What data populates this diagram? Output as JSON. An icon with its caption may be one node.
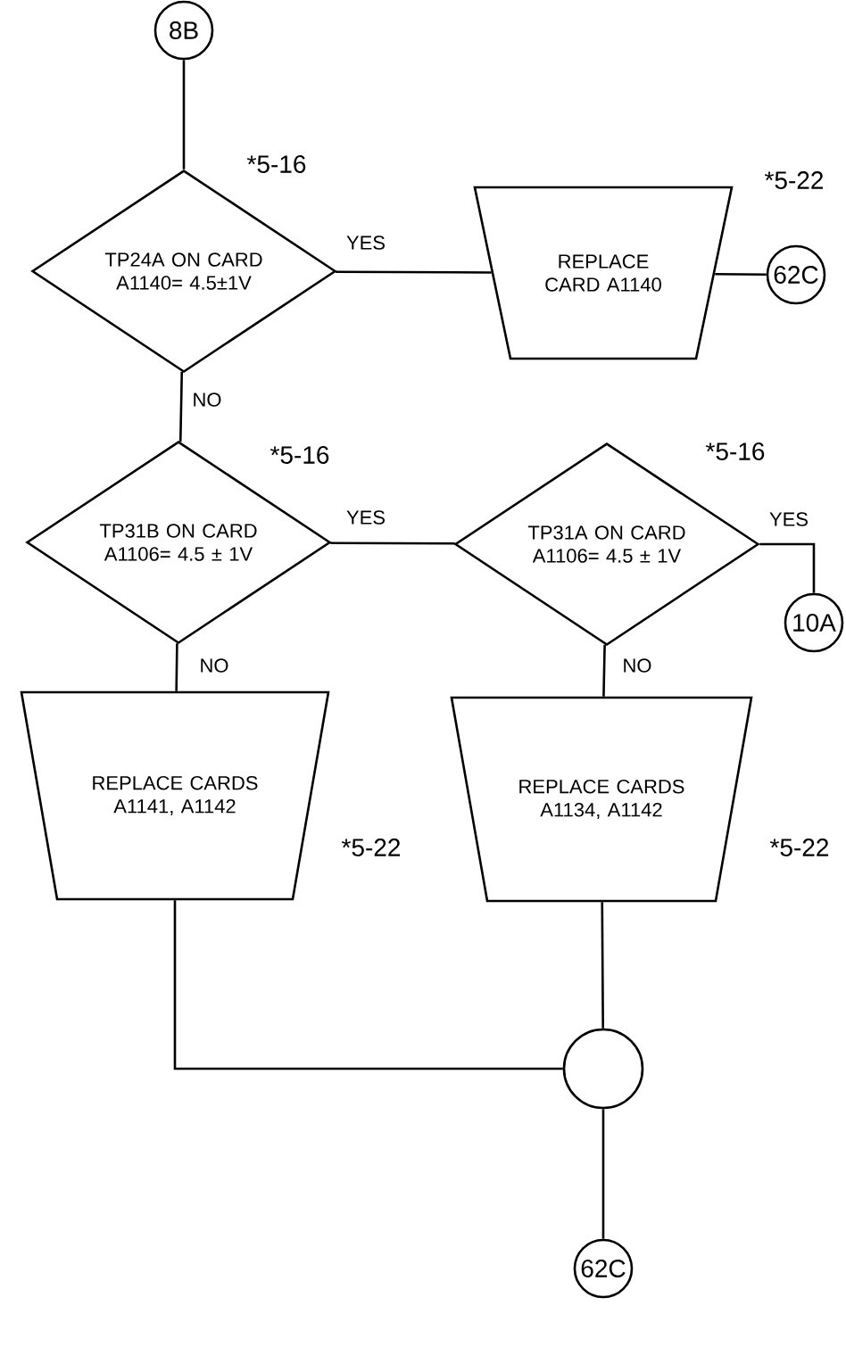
{
  "diagram": {
    "nodes": [
      {
        "text": [
          "8B"
        ]
      },
      {
        "text": [
          "TP24A ON CARD A1140= 4.5±1V"
        ],
        "beside": [
          "*5-16"
        ]
      },
      {
        "text": [
          "REPLACE CARD A1140"
        ],
        "beside": [
          "*5-22"
        ]
      },
      {
        "text": [
          "62C"
        ]
      },
      {
        "text": [
          "TP31B ON CARD A1106= 4.5 ± 1V"
        ],
        "beside": [
          "*5-16"
        ]
      },
      {
        "text": [
          "TP31A ON CARD A1106= 4.5 ± 1V"
        ],
        "beside": [
          "*5-16"
        ]
      },
      {
        "text": [
          "10A"
        ]
      },
      {
        "text": [
          "REPLACE CARDS A1141, A1142"
        ],
        "beside": [
          "*5-22"
        ]
      },
      {
        "text": [
          "REPLACE CARDS A1134, A1142"
        ],
        "beside": [
          "*5-22"
        ]
      },
      {
        "text": [],
        "shape": "circle"
      },
      {
        "text": [
          "62C"
        ]
      }
    ],
    "edges": [
      {
        "from": 0,
        "to": 1,
        "arrow": "none"
      },
      {
        "from": 1,
        "to": 2,
        "arrow": "none",
        "label": "YES"
      },
      {
        "from": 2,
        "to": 3,
        "arrow": "none"
      },
      {
        "from": 1,
        "to": 4,
        "arrow": "none",
        "label": "NO"
      },
      {
        "from": 4,
        "to": 5,
        "arrow": "none",
        "label": "YES"
      },
      {
        "from": 5,
        "to": 6,
        "arrow": "none",
        "label": "YES"
      },
      {
        "from": 4,
        "to": 7,
        "arrow": "none",
        "label": "NO"
      },
      {
        "from": 5,
        "to": 8,
        "arrow": "none",
        "label": "NO"
      },
      {
        "from": 7,
        "to": 9,
        "arrow": "none"
      },
      {
        "from": 8,
        "to": 9,
        "arrow": "none"
      },
      {
        "from": 9,
        "to": 10,
        "arrow": "none"
      }
    ]
  }
}
